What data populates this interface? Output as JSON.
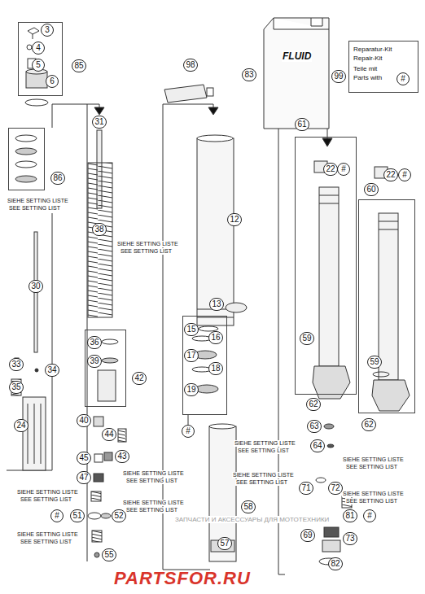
{
  "diagram": {
    "nodes": [
      {
        "text": [
          "FLUID"
        ]
      },
      {
        "text": [
          "3",
          "4",
          "5",
          "6",
          "85"
        ]
      },
      {
        "text": [
          "Reparatur-Kit",
          "Repair-Kit",
          "Teile mit",
          "Parts with",
          "#"
        ]
      },
      {
        "text": [
          "86"
        ]
      },
      {
        "text": [
          "61",
          "59",
          "62"
        ]
      },
      {
        "text": [
          "60",
          "59",
          "62"
        ]
      },
      {
        "text": [
          "15",
          "16",
          "17",
          "18",
          "19"
        ]
      },
      {
        "text": [
          "36",
          "39",
          "42"
        ]
      }
    ],
    "labels": [
      "31",
      "SIEHE SETTING LISTE",
      "SEE SETTING LIST",
      "38",
      "SIEHE SETTING LISTE",
      "SEE SETTING LIST",
      "30",
      "33",
      "34",
      "35",
      "24",
      "40",
      "44",
      "43",
      "45",
      "47",
      "SIEHE SETTING LISTE",
      "SEE SETTING LIST",
      "SIEHE SETTING LISTE",
      "SEE SETTING LIST",
      "SIEHE SETTING LISTE",
      "SEE SETTING LIST",
      "#",
      "51",
      "52",
      "SIEHE SETTING LISTE",
      "SEE SETTING LIST",
      "55",
      "98",
      "12",
      "13",
      "#",
      "58",
      "57",
      "83",
      "99",
      "22",
      "#",
      "22",
      "#",
      "63",
      "SIEHE SETTING LISTE",
      "SEE SETTING LIST",
      "64",
      "SIEHE SETTING LISTE",
      "SEE SETTING LIST",
      "SIEHE SETTING LISTE",
      "SEE SETTING LIST",
      "71",
      "72",
      "SIEHE SETTING LISTE",
      "SEE SETTING LIST",
      "ЗАПЧАСТИ И АКСЕССУАРЫ ДЛЯ МОТОТЕХНИКИ",
      "81",
      "#",
      "PARTSFOR.RU",
      "69",
      "73",
      "82"
    ]
  }
}
